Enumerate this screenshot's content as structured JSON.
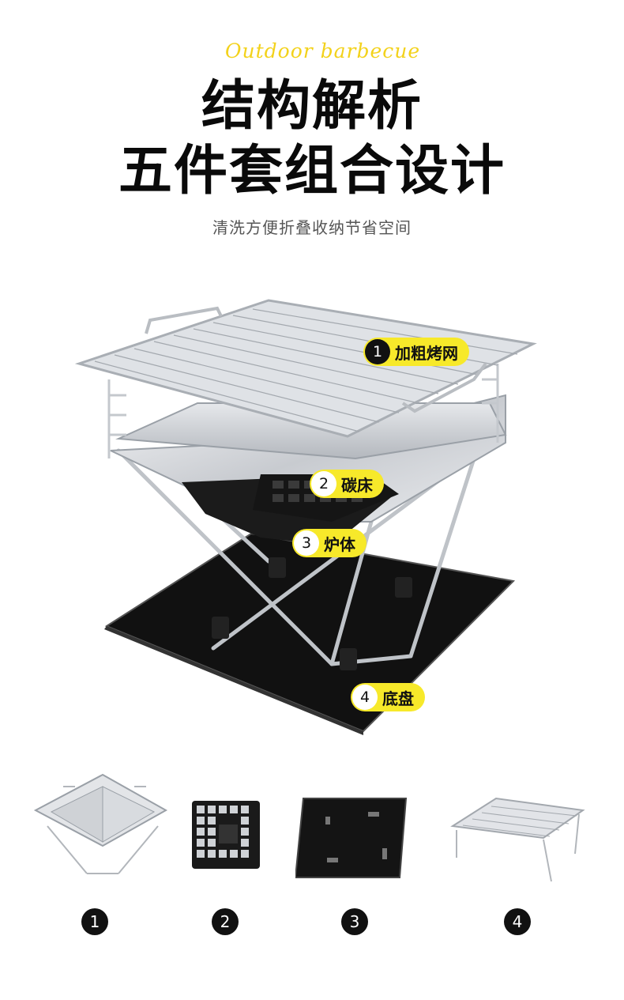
{
  "header": {
    "script_text": "Outdoor barbecue",
    "title_line1": "结构解析",
    "title_line2": "五件套组合设计",
    "subtitle": "清洗方便折叠收纳节省空间"
  },
  "callouts": [
    {
      "num": "1",
      "label": "加粗烤网"
    },
    {
      "num": "2",
      "label": "碳床"
    },
    {
      "num": "3",
      "label": "炉体"
    },
    {
      "num": "4",
      "label": "底盘"
    }
  ],
  "components": [
    {
      "num": "1"
    },
    {
      "num": "2"
    },
    {
      "num": "3"
    },
    {
      "num": "4"
    }
  ],
  "colors": {
    "accent": "#f7e92a",
    "dark": "#111111",
    "steel": "#c9ccd1"
  }
}
